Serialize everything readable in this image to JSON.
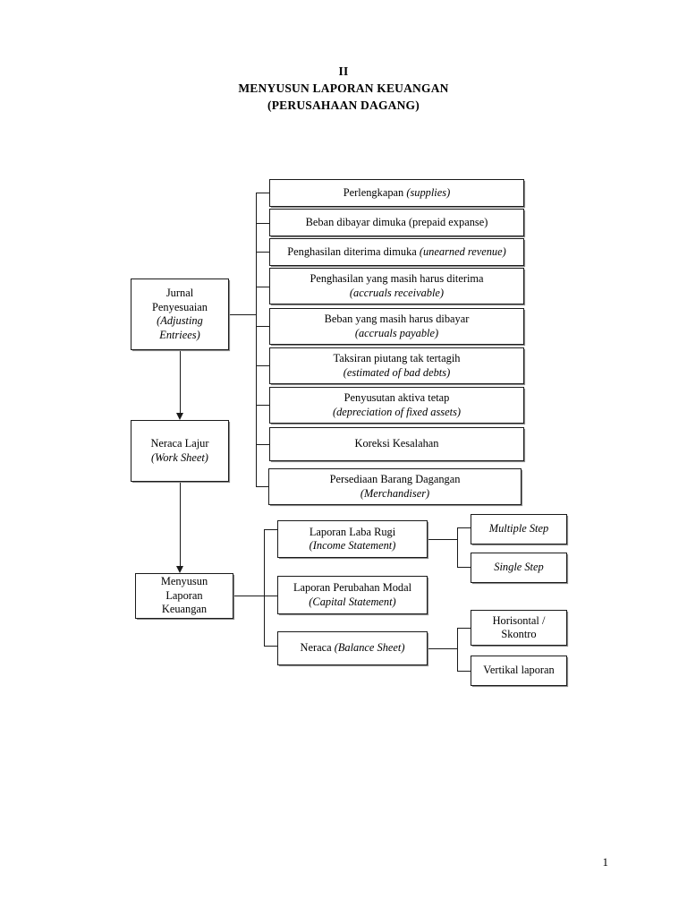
{
  "document": {
    "title_lines": [
      "II",
      "MENYUSUN LAPORAN KEUANGAN",
      "(PERUSAHAAN DAGANG)"
    ],
    "page_number": "1"
  },
  "flow": {
    "stages": [
      {
        "id": "jurnal-penyesuaian",
        "lines": [
          "Jurnal",
          "Penyesuaian",
          "(Adjusting",
          "Entriees)"
        ]
      },
      {
        "id": "neraca-lajur",
        "lines": [
          "Neraca Lajur",
          "(Work Sheet)"
        ]
      },
      {
        "id": "menyusun-laporan-keuangan",
        "lines": [
          "Menyusun",
          "Laporan",
          "Keuangan"
        ]
      }
    ]
  },
  "adjusting_items": [
    {
      "id": "perlengkapan",
      "plain": "Perlengkapan ",
      "italic": "(supplies)",
      "line2": ""
    },
    {
      "id": "beban-dibayar-dimuka",
      "plain": "Beban dibayar dimuka (prepaid expanse)",
      "italic": "",
      "line2": ""
    },
    {
      "id": "penghasilan-diterima-dimuka",
      "plain": "Penghasilan diterima dimuka ",
      "italic": "(unearned revenue)",
      "line2": ""
    },
    {
      "id": "penghasilan-masih-harus-diterima",
      "plain": "Penghasilan yang masih harus diterima",
      "italic": "",
      "line2": "(accruals receivable)"
    },
    {
      "id": "beban-masih-harus-dibayar",
      "plain": "Beban yang masih harus dibayar",
      "italic": "",
      "line2": "(accruals payable)"
    },
    {
      "id": "taksiran-piutang-tak-tertagih",
      "plain": "Taksiran piutang tak tertagih",
      "italic": "",
      "line2": "(estimated of bad debts)"
    },
    {
      "id": "penyusutan-aktiva-tetap",
      "plain": "Penyusutan aktiva tetap",
      "italic": "",
      "line2": "(depreciation of fixed assets)"
    },
    {
      "id": "koreksi-kesalahan",
      "plain": "Koreksi Kesalahan",
      "italic": "",
      "line2": ""
    },
    {
      "id": "persediaan-barang-dagangan",
      "plain": "Persediaan Barang Dagangan",
      "italic": "",
      "line2": "(Merchandiser)"
    }
  ],
  "reports": [
    {
      "id": "laporan-laba-rugi",
      "line1": "Laporan Laba Rugi",
      "line2": "(Income Statement)"
    },
    {
      "id": "laporan-perubahan-modal",
      "line1": "Laporan Perubahan Modal",
      "line2": "(Capital Statement)"
    },
    {
      "id": "neraca",
      "line1_plain": "Neraca ",
      "line1_italic": "(Balance Sheet)"
    }
  ],
  "income_statement_forms": [
    {
      "id": "multiple-step",
      "label": "Multiple Step"
    },
    {
      "id": "single-step",
      "label": "Single Step"
    }
  ],
  "balance_sheet_forms": [
    {
      "id": "horisontal-skontro",
      "line1": "Horisontal /",
      "line2": "Skontro"
    },
    {
      "id": "vertikal-laporan",
      "line1": "Vertikal laporan",
      "line2": ""
    }
  ]
}
